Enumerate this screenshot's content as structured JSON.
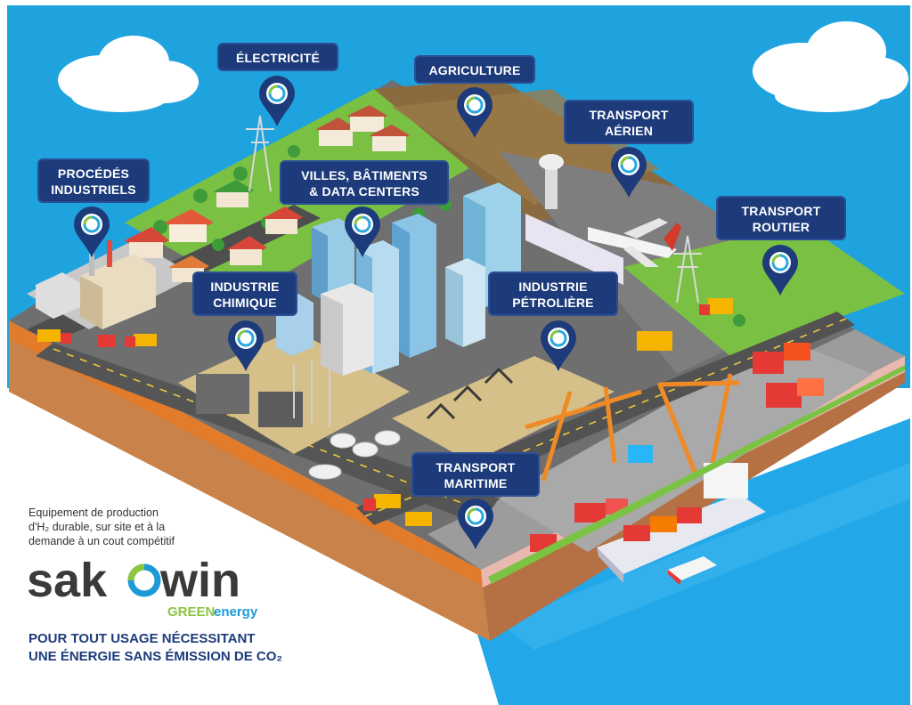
{
  "labels": {
    "electricite": [
      "ÉLECTRICITÉ"
    ],
    "agriculture": [
      "AGRICULTURE"
    ],
    "transport_aerien": [
      "TRANSPORT",
      "AÉRIEN"
    ],
    "procedes_industriels": [
      "PROCÉDÉS",
      "INDUSTRIELS"
    ],
    "villes": [
      "VILLES, BÂTIMENTS",
      "& DATA CENTERS"
    ],
    "transport_routier": [
      "TRANSPORT",
      "ROUTIER"
    ],
    "industrie_chimique": [
      "INDUSTRIE",
      "CHIMIQUE"
    ],
    "industrie_petroliere": [
      "INDUSTRIE",
      "PÉTROLIÈRE"
    ],
    "transport_maritime": [
      "TRANSPORT",
      "MARITIME"
    ]
  },
  "tagline": [
    "Equipement de production",
    "d'H₂ durable, sur site et à la",
    "demande à un cout compétitif"
  ],
  "brand": {
    "name": "sakowin",
    "name_left": "sak",
    "name_right": "win",
    "sub_green": "GREEN",
    "sub_energy": "energy"
  },
  "slogan": [
    "POUR TOUT USAGE NÉCESSITANT",
    "UNE ÉNERGIE SANS ÉMISSION DE CO₂"
  ],
  "colors": {
    "sky": "#1da1e0",
    "sea": "#1ea6e6",
    "label_bg": "#1d3b7a",
    "pin": "#1d3b7a",
    "grass": "#7cc24a",
    "road": "#5a5a5a",
    "brand_grey": "#3a3a3a",
    "brand_green": "#8cc63f",
    "brand_blue": "#1c9ad6",
    "container_red": "#e53935"
  }
}
